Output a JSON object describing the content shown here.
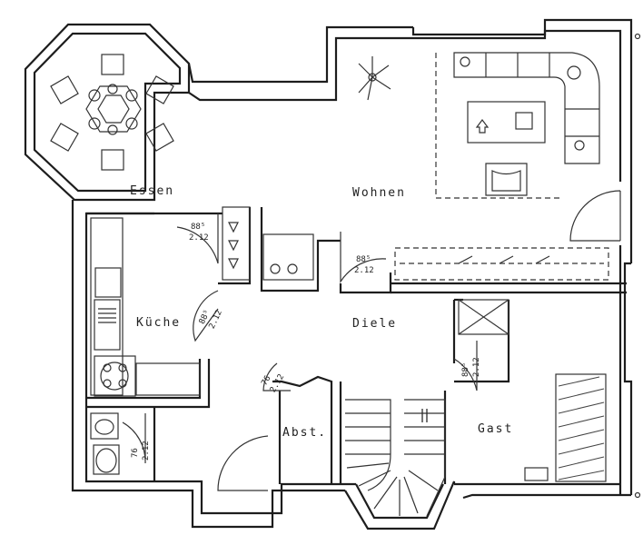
{
  "rooms": {
    "essen": "Essen",
    "wohnen": "Wohnen",
    "kueche": "Küche",
    "diele": "Diele",
    "abst": "Abst.",
    "gast": "Gast"
  },
  "door_labels": {
    "essen_kueche_top": "88⁵",
    "essen_kueche_bottom": "2.12",
    "wohnen_diele_top": "88⁵",
    "wohnen_diele_bottom": "2.12",
    "kueche_diele_top": "88⁵",
    "kueche_diele_bottom": "2.12",
    "gast_top": "88⁵",
    "gast_bottom": "2.12",
    "abst_top": "76",
    "abst_bottom": "2.12",
    "wc_top": "76",
    "wc_bottom": "2.12"
  },
  "colors": {
    "wall": "#1d1d1d",
    "paper": "#ffffff"
  }
}
